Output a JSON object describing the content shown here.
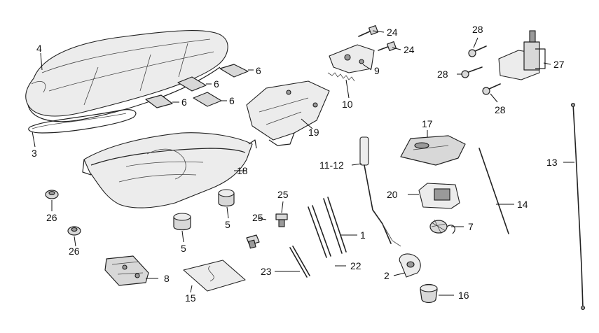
{
  "diagram": {
    "labels": {
      "p1": "1",
      "p2": "2",
      "p3": "3",
      "p4": "4",
      "p5a": "5",
      "p5b": "5",
      "p6a": "6",
      "p6b": "6",
      "p6c": "6",
      "p6d": "6",
      "p7": "7",
      "p8": "8",
      "p9": "9",
      "p10": "10",
      "p1112": "11-12",
      "p13": "13",
      "p14": "14",
      "p15": "15",
      "p16": "16",
      "p17": "17",
      "p18": "18",
      "p19": "19",
      "p20": "20",
      "p22": "22",
      "p23": "23",
      "p24a": "24",
      "p24b": "24",
      "p25a": "25",
      "p25b": "25",
      "p26a": "26",
      "p26b": "26",
      "p27": "27",
      "p28a": "28",
      "p28b": "28",
      "p28c": "28"
    }
  }
}
